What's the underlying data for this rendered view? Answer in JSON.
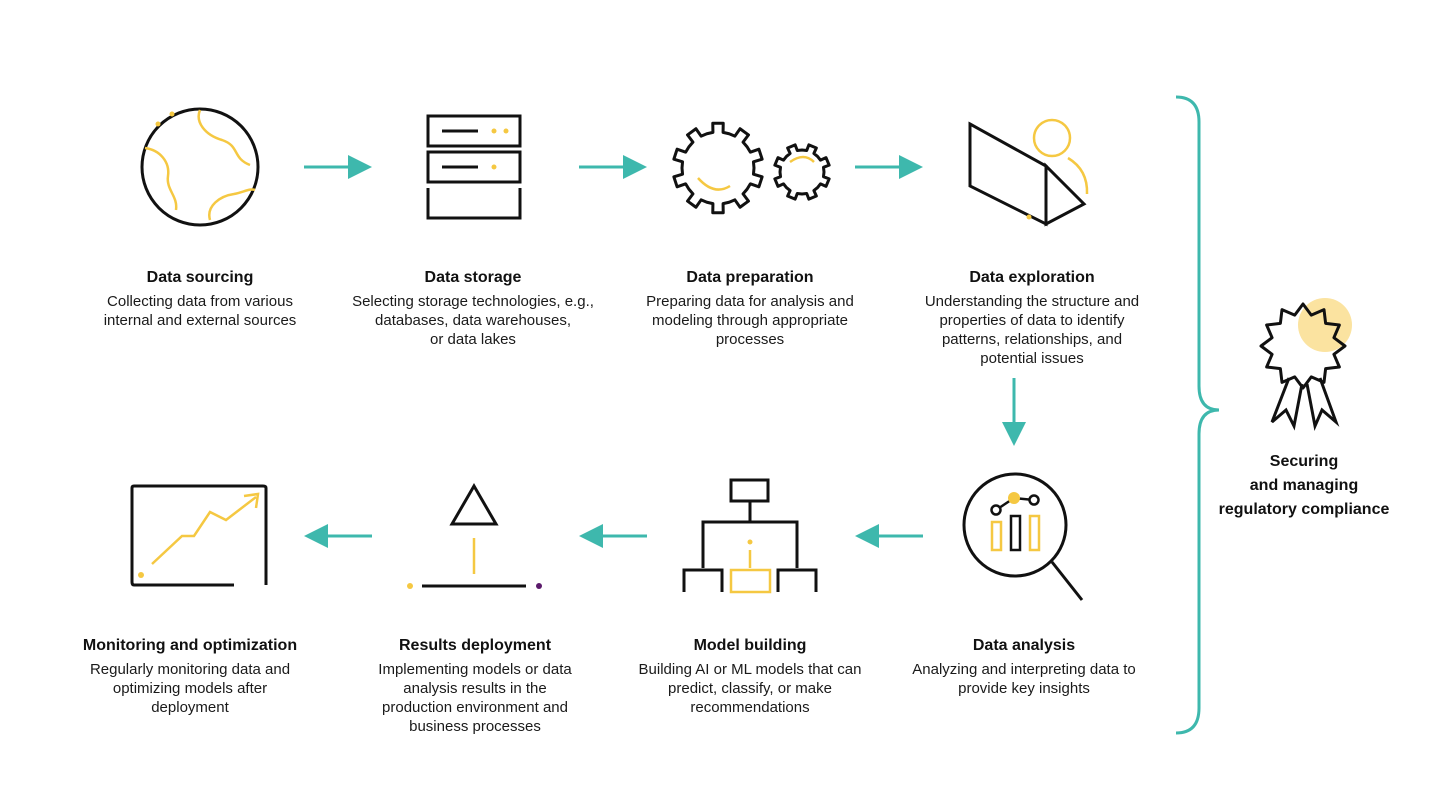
{
  "colors": {
    "accent_yellow": "#f5c842",
    "teal": "#3eb8ad",
    "stroke": "#111111",
    "purple_dot": "#5b1a6b",
    "badge_fill": "#fbe3a0"
  },
  "steps": [
    {
      "title": "Data sourcing",
      "desc": [
        "Collecting data from various",
        "internal and external sources"
      ],
      "icon": "globe-icon"
    },
    {
      "title": "Data storage",
      "desc": [
        "Selecting storage technologies, e.g.,",
        "databases, data warehouses,",
        "or data lakes"
      ],
      "icon": "server-rack-icon"
    },
    {
      "title": "Data preparation",
      "desc": [
        "Preparing data for analysis and",
        "modeling through appropriate",
        "processes"
      ],
      "icon": "gears-icon"
    },
    {
      "title": "Data exploration",
      "desc": [
        "Understanding the structure and",
        "properties of data to identify",
        "patterns, relationships, and",
        "potential issues"
      ],
      "icon": "laptop-user-icon"
    },
    {
      "title": "Data analysis",
      "desc": [
        "Analyzing and interpreting data to",
        "provide key insights"
      ],
      "icon": "magnifier-chart-icon"
    },
    {
      "title": "Model building",
      "desc": [
        "Building AI or ML models that can",
        "predict, classify, or make",
        "recommendations"
      ],
      "icon": "hierarchy-icon"
    },
    {
      "title": "Results deployment",
      "desc": [
        "Implementing models or data",
        "analysis results in the",
        "production environment and",
        "business processes"
      ],
      "icon": "deploy-arrow-icon"
    },
    {
      "title": "Monitoring and optimization",
      "desc": [
        "Regularly monitoring data and",
        "optimizing models after",
        "deployment"
      ],
      "icon": "trend-monitor-icon"
    }
  ],
  "compliance": {
    "lines": [
      "Securing",
      "and managing",
      "regulatory compliance"
    ],
    "icon": "award-badge-icon"
  }
}
